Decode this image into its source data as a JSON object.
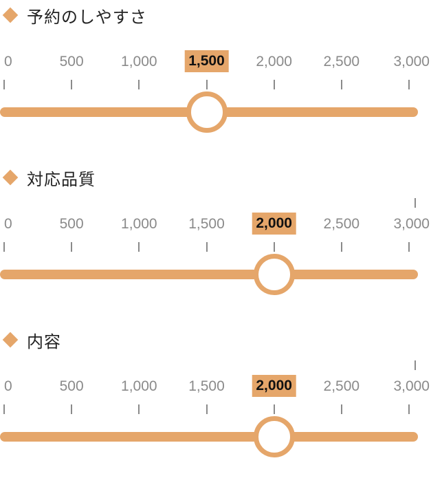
{
  "accent_color": "#e5a66a",
  "slider": {
    "min": 0,
    "max": 3000,
    "tick_labels": [
      "0",
      "500",
      "1,000",
      "1,500",
      "2,000",
      "2,500",
      "3,000"
    ],
    "tick_values": [
      0,
      500,
      1000,
      1500,
      2000,
      2500,
      3000
    ]
  },
  "sections": [
    {
      "title": "予約のしやすさ",
      "value": 1500,
      "value_label": "1,500"
    },
    {
      "title": "対応品質",
      "value": 2000,
      "value_label": "2,000"
    },
    {
      "title": "内容",
      "value": 2000,
      "value_label": "2,000"
    }
  ]
}
